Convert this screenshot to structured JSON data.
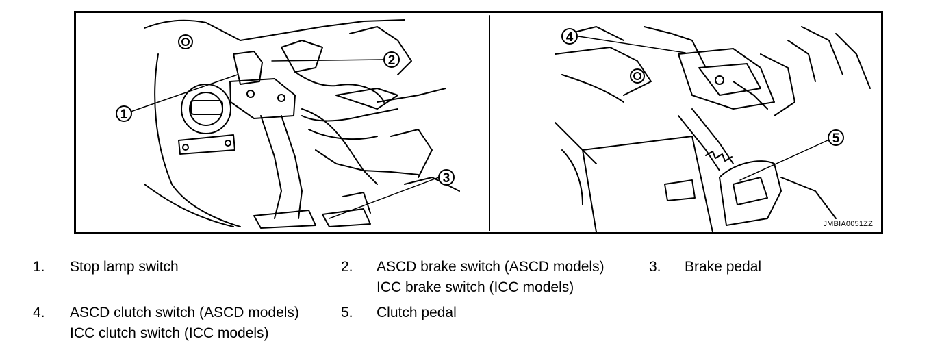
{
  "figure": {
    "code": "JMBIA0051ZZ",
    "callouts": [
      "1",
      "2",
      "3",
      "4",
      "5"
    ]
  },
  "legend": [
    {
      "num": "1.",
      "lines": [
        "Stop lamp switch"
      ]
    },
    {
      "num": "2.",
      "lines": [
        "ASCD brake switch (ASCD models)",
        "ICC brake switch (ICC models)"
      ]
    },
    {
      "num": "3.",
      "lines": [
        "Brake pedal"
      ]
    },
    {
      "num": "4.",
      "lines": [
        "ASCD clutch switch (ASCD models)",
        "ICC clutch switch (ICC models)"
      ]
    },
    {
      "num": "5.",
      "lines": [
        "Clutch pedal"
      ]
    }
  ]
}
